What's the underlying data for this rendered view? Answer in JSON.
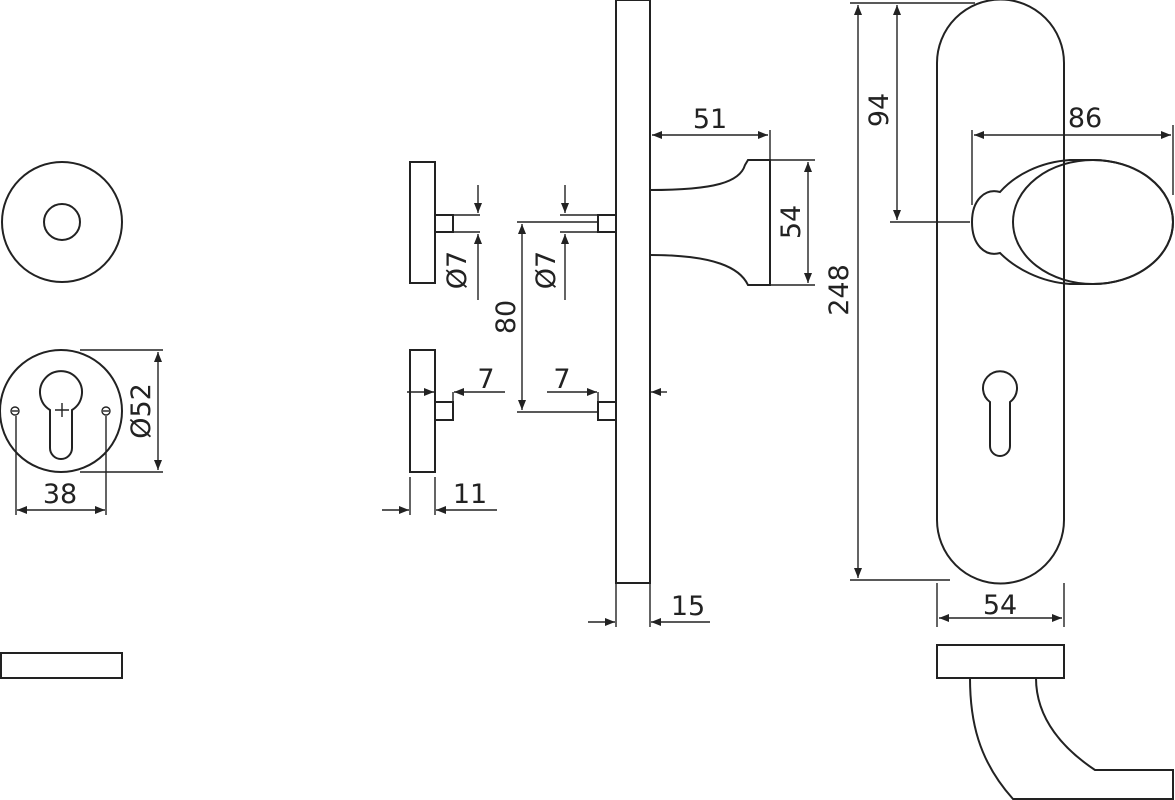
{
  "drawing": {
    "line_color": "#222222",
    "dimensions": {
      "rose_diameter": "Ø52",
      "screw_spacing": "38",
      "spindle_diameter_rose": "Ø7",
      "spindle_diameter_plate": "Ø7",
      "spindle_spacing": "80",
      "spindle_length_rose": "7",
      "spindle_length_plate": "7",
      "rose_thickness": "11",
      "plate_thickness": "15",
      "knob_projection": "51",
      "knob_diameter": "54",
      "plate_height": "248",
      "knob_center_height": "94",
      "knob_width": "86",
      "plate_width": "54"
    }
  }
}
